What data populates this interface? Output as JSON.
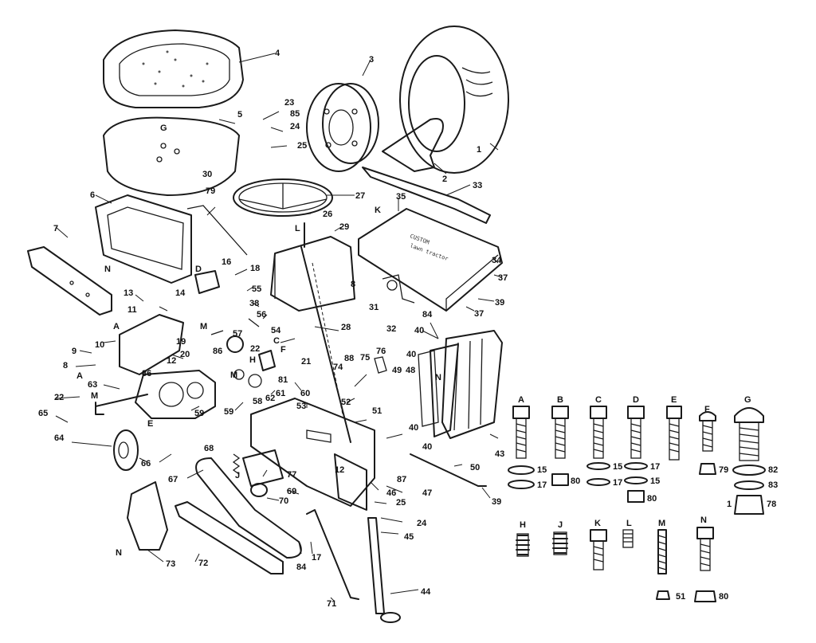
{
  "callouts": {
    "n1": "1",
    "n2": "2",
    "n3": "3",
    "n4": "4",
    "n5": "5",
    "n6": "6",
    "n7": "7",
    "n8a": "8",
    "n8b": "8",
    "n9": "9",
    "n10": "10",
    "n11": "11",
    "n12a": "12",
    "n12b": "12",
    "n13": "13",
    "n14": "14",
    "n16": "16",
    "n17": "17",
    "n18": "18",
    "n19": "19",
    "n20": "20",
    "n21": "21",
    "n22a": "22",
    "n22b": "22",
    "n23": "23",
    "n24a": "24",
    "n24b": "24",
    "n25a": "25",
    "n25b": "25",
    "n26": "26",
    "n27": "27",
    "n28": "28",
    "n29": "29",
    "n30": "30",
    "n31": "31",
    "n32": "32",
    "n33": "33",
    "n34": "34",
    "n35": "35",
    "n37a": "37",
    "n37b": "37",
    "n38": "38",
    "n39a": "39",
    "n39b": "39",
    "n40a": "40",
    "n40b": "40",
    "n40c": "40",
    "n40d": "40",
    "n43": "43",
    "n44": "44",
    "n45": "45",
    "n46": "46",
    "n47": "47",
    "n48": "48",
    "n49": "49",
    "n50": "50",
    "n51": "51",
    "n52": "52",
    "n53": "53",
    "n54": "54",
    "n55": "55",
    "n56": "56",
    "n57": "57",
    "n58": "58",
    "n59a": "59",
    "n59b": "59",
    "n60": "60",
    "n61": "61",
    "n62": "62",
    "n63": "63",
    "n64": "64",
    "n65": "65",
    "n66": "66",
    "n67": "67",
    "n68": "68",
    "n69": "69",
    "n70": "70",
    "n71": "71",
    "n72": "72",
    "n73": "73",
    "n74": "74",
    "n75": "75",
    "n76": "76",
    "n77": "77",
    "n79": "79",
    "n81": "81",
    "n84a": "84",
    "n84b": "84",
    "n85": "85",
    "n86a": "86",
    "n86b": "86",
    "n87": "87",
    "n88": "88"
  },
  "letters": {
    "A1": "A",
    "A2": "A",
    "C1": "C",
    "D1": "D",
    "E1": "E",
    "F1": "F",
    "G1": "G",
    "H1": "H",
    "J1": "J",
    "K1": "K",
    "L1": "L",
    "M1": "M",
    "M2": "M",
    "M3": "M",
    "N1": "N",
    "N2": "N",
    "N3": "N"
  },
  "decal_text": [
    "CUSTOM",
    "lawn tractor"
  ],
  "hardware_legend": {
    "top_row": [
      "A",
      "B",
      "C",
      "D",
      "E",
      "F",
      "G"
    ],
    "top_row_numbers": {
      "A": [
        "15",
        "17"
      ],
      "B": [
        "80"
      ],
      "C": [
        "15",
        "17"
      ],
      "D": [
        "17",
        "15",
        "80"
      ],
      "F": [
        "79"
      ],
      "G": [
        "82",
        "83",
        "78"
      ]
    },
    "extra_one": "1",
    "bottom_row": [
      "H",
      "J",
      "K",
      "L",
      "M",
      "N"
    ],
    "bottom_row_numbers": [
      "51",
      "80"
    ]
  }
}
